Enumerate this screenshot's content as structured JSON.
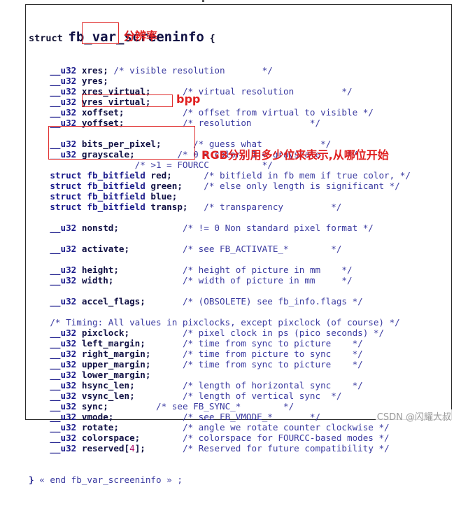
{
  "header": {
    "keyword": "struct",
    "struct_name": "fb_var_screeninfo",
    "open_brace": "{"
  },
  "lines": [
    {
      "indent": 4,
      "type": "__u32",
      "field": "xres;",
      "pad": " ",
      "comment": "/* visible resolution       */"
    },
    {
      "indent": 4,
      "type": "__u32",
      "field": "yres;",
      "pad": "",
      "comment": ""
    },
    {
      "indent": 4,
      "type": "__u32",
      "field": "xres_virtual;",
      "pad": "      ",
      "comment": "/* virtual resolution         */"
    },
    {
      "indent": 4,
      "type": "__u32",
      "field": "yres_virtual;",
      "pad": "",
      "comment": ""
    },
    {
      "indent": 4,
      "type": "__u32",
      "field": "xoffset;",
      "pad": "           ",
      "comment": "/* offset from virtual to visible */"
    },
    {
      "indent": 4,
      "type": "__u32",
      "field": "yoffset;",
      "pad": "           ",
      "comment": "/* resolution           */"
    },
    {
      "blank": true
    },
    {
      "indent": 4,
      "type": "__u32",
      "field": "bits_per_pixel;",
      "pad": "      ",
      "comment": "/* guess what           */"
    },
    {
      "indent": 4,
      "type": "__u32",
      "field": "grayscale;",
      "pad": "        ",
      "comment": "/* 0 = color, 1 = grayscale,    */"
    },
    {
      "indent": 20,
      "comment_only": "/* >1 = FOURCC          */"
    },
    {
      "indent": 4,
      "type": "struct fb_bitfield",
      "field": "red;",
      "pad": "      ",
      "comment": "/* bitfield in fb mem if true color, */"
    },
    {
      "indent": 4,
      "type": "struct fb_bitfield",
      "field": "green;",
      "pad": "    ",
      "comment": "/* else only length is significant */"
    },
    {
      "indent": 4,
      "type": "struct fb_bitfield",
      "field": "blue;",
      "pad": "",
      "comment": ""
    },
    {
      "indent": 4,
      "type": "struct fb_bitfield",
      "field": "transp;",
      "pad": "   ",
      "comment": "/* transparency         */"
    },
    {
      "blank": true
    },
    {
      "indent": 4,
      "type": "__u32",
      "field": "nonstd;",
      "pad": "            ",
      "comment": "/* != 0 Non standard pixel format */"
    },
    {
      "blank": true
    },
    {
      "indent": 4,
      "type": "__u32",
      "field": "activate;",
      "pad": "          ",
      "comment": "/* see FB_ACTIVATE_*        */"
    },
    {
      "blank": true
    },
    {
      "indent": 4,
      "type": "__u32",
      "field": "height;",
      "pad": "            ",
      "comment": "/* height of picture in mm    */"
    },
    {
      "indent": 4,
      "type": "__u32",
      "field": "width;",
      "pad": "             ",
      "comment": "/* width of picture in mm     */"
    },
    {
      "blank": true
    },
    {
      "indent": 4,
      "type": "__u32",
      "field": "accel_flags;",
      "pad": "       ",
      "comment": "/* (OBSOLETE) see fb_info.flags */"
    },
    {
      "blank": true
    },
    {
      "indent": 4,
      "comment_only": "/* Timing: All values in pixclocks, except pixclock (of course) */"
    },
    {
      "indent": 4,
      "type": "__u32",
      "field": "pixclock;",
      "pad": "          ",
      "comment": "/* pixel clock in ps (pico seconds) */"
    },
    {
      "indent": 4,
      "type": "__u32",
      "field": "left_margin;",
      "pad": "       ",
      "comment": "/* time from sync to picture    */"
    },
    {
      "indent": 4,
      "type": "__u32",
      "field": "right_margin;",
      "pad": "      ",
      "comment": "/* time from picture to sync    */"
    },
    {
      "indent": 4,
      "type": "__u32",
      "field": "upper_margin;",
      "pad": "      ",
      "comment": "/* time from sync to picture    */"
    },
    {
      "indent": 4,
      "type": "__u32",
      "field": "lower_margin;",
      "pad": "",
      "comment": ""
    },
    {
      "indent": 4,
      "type": "__u32",
      "field": "hsync_len;",
      "pad": "         ",
      "comment": "/* length of horizontal sync    */"
    },
    {
      "indent": 4,
      "type": "__u32",
      "field": "vsync_len;",
      "pad": "         ",
      "comment": "/* length of vertical sync  */"
    },
    {
      "indent": 4,
      "type": "__u32",
      "field": "sync;",
      "pad": "         ",
      "comment": "/* see FB_SYNC_*        */"
    },
    {
      "indent": 4,
      "type": "__u32",
      "field": "vmode;",
      "pad": "             ",
      "comment": "/* see FB_VMODE_*       */"
    },
    {
      "indent": 4,
      "type": "__u32",
      "field": "rotate;",
      "pad": "            ",
      "comment": "/* angle we rotate counter clockwise */"
    },
    {
      "indent": 4,
      "type": "__u32",
      "field": "colorspace;",
      "pad": "        ",
      "comment": "/* colorspace for FOURCC-based modes */"
    },
    {
      "indent": 4,
      "type": "__u32",
      "field": "reserved[",
      "num": "4",
      "field_end": "];",
      "pad": "       ",
      "comment": "/* Reserved for future compatibility */"
    }
  ],
  "footer": {
    "close_brace": "}",
    "end_comment": "« end fb_var_screeninfo » ;"
  },
  "annotations": {
    "resolution": "分辨率",
    "bpp": "bpp",
    "rgb": "RGB分别用多少位来表示,从哪位开始"
  },
  "watermark": "CSDN @闪耀大叔",
  "colors": {
    "annotation_red": "#e02020",
    "code_blue": "#202080"
  }
}
